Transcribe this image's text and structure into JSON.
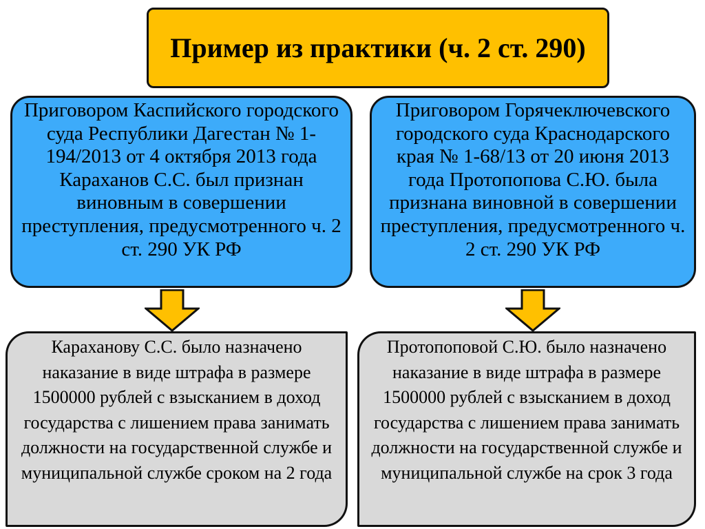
{
  "title": "Пример из практики (ч. 2 ст. 290)",
  "colors": {
    "title_bg": "#FFC000",
    "blue_bg": "#3DABFA",
    "gray_bg": "#D9D9D9",
    "arrow_fill": "#FFC000",
    "border": "#111111"
  },
  "cases": [
    {
      "verdict": "Приговором Каспийского городского суда Республики Дагестан № 1-194/2013 от 4 октября 2013 года Караханов С.С. был признан виновным в совершении преступления, предусмотренного ч. 2 ст. 290 УК РФ",
      "punishment": "Караханову С.С. было назначено наказание в виде штрафа в размере 1500000 рублей с взысканием в доход государства с лишением права занимать должности на государственной службе и муниципальной службе сроком на 2 года"
    },
    {
      "verdict": "Приговором Горячеключевского городского суда Краснодарского края № 1-68/13 от 20 июня 2013 года Протопопова С.Ю. была признана виновной в совершении преступления, предусмотренного ч. 2 ст. 290 УК РФ",
      "punishment": "Протопоповой С.Ю. было назначено наказание в виде штрафа в размере 1500000 рублей с взысканием в доход государства с лишением права занимать должности на государственной службе и муниципальной службе на срок 3 года"
    }
  ]
}
